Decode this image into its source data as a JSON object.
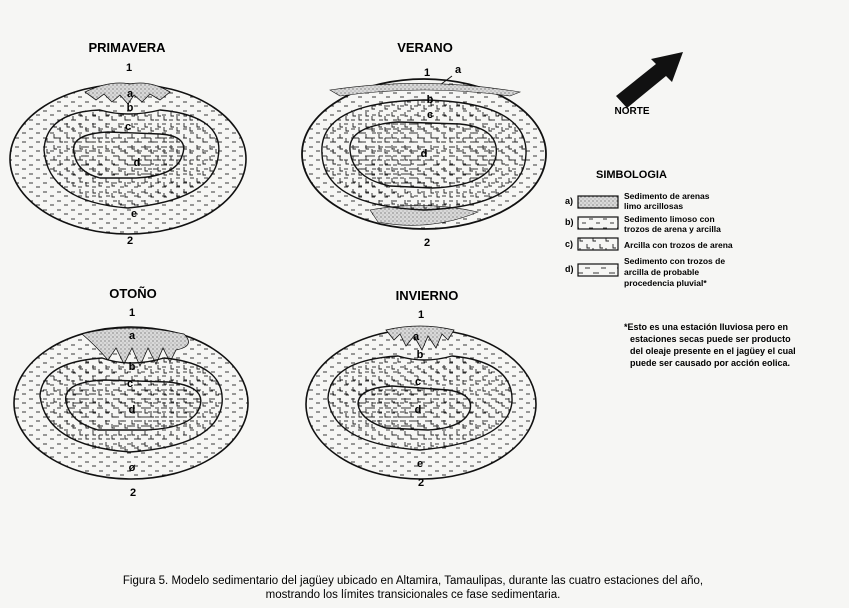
{
  "seasons": {
    "primavera": {
      "title": "PRIMAVERA",
      "top": "1",
      "bottom": "2",
      "a": "a",
      "b": "b",
      "c": "c",
      "d": "d",
      "e": "e"
    },
    "verano": {
      "title": "VERANO",
      "top": "1",
      "bottom": "2",
      "a": "a",
      "b": "b",
      "c": "c",
      "d": "d"
    },
    "otono": {
      "title": "OTOÑO",
      "top": "1",
      "bottom": "2",
      "a": "a",
      "b": "b",
      "c": "c",
      "d": "d",
      "e": "ø"
    },
    "invierno": {
      "title": "INVIERNO",
      "top": "1",
      "bottom": "2",
      "a": "a",
      "b": "b",
      "c": "c",
      "d": "d",
      "e": "e"
    }
  },
  "north": {
    "label": "NORTE"
  },
  "legend": {
    "title": "SIMBOLOGIA",
    "items": [
      {
        "key": "a)",
        "line1": "Sedimento de arenas",
        "line2": "limo arcillosas",
        "line3": ""
      },
      {
        "key": "b)",
        "line1": "Sedimento limoso con",
        "line2": "trozos de arena y arcilla",
        "line3": ""
      },
      {
        "key": "c)",
        "line1": "Arcilla con trozos de arena",
        "line2": "",
        "line3": ""
      },
      {
        "key": "d)",
        "line1": "Sedimento con trozos de",
        "line2": "arcilla de probable",
        "line3": "procedencia pluvial*"
      }
    ]
  },
  "note": {
    "line1": "*Esto es una estación lluviosa pero en",
    "line2": "estaciones secas puede ser producto",
    "line3": "del oleaje presente en el jagüey el cual",
    "line4": "puede ser causado por acción eolica."
  },
  "caption": {
    "line1": "Figura 5.  Modelo sedimentario del jagüey ubicado en Altamira, Tamaulipas, durante las cuatro estaciones del año,",
    "line2": "mostrando los límites transicionales ce fase sedimentaria."
  }
}
